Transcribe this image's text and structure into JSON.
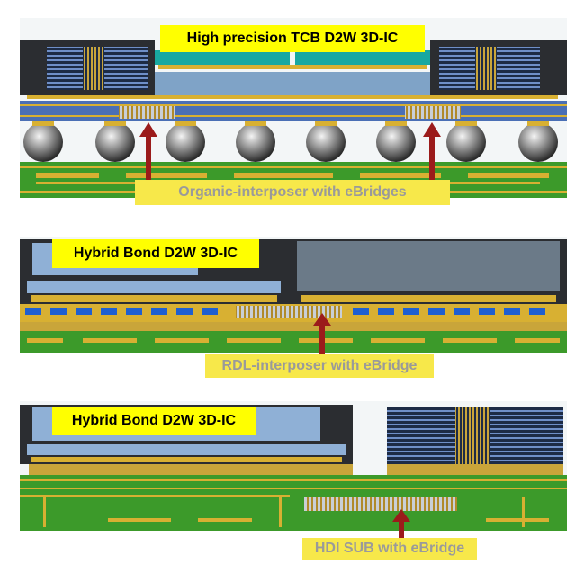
{
  "panels": [
    {
      "title": "High precision TCB D2W 3D-IC",
      "caption": "Organic-interposer with eBridges"
    },
    {
      "title": "Hybrid Bond D2W 3D-IC",
      "caption": "RDL-interposer with eBridge"
    },
    {
      "title": "Hybrid Bond D2W 3D-IC",
      "caption": "HDI SUB with eBridge"
    }
  ],
  "colors": {
    "substrate_green": "#3c9a2a",
    "copper_gold": "#d8b032",
    "die_dark": "#2b2d31",
    "hbm_blue": "#2f4f86",
    "die_light_blue": "#8fb0d6",
    "die_grey": "#6b7a88",
    "interposer_blue": "#1f5fd0",
    "label_yellow": "#ffff00",
    "caption_text": "#9a9a9a",
    "arrow_red": "#9b1b1b",
    "teal": "#18a8a0"
  }
}
